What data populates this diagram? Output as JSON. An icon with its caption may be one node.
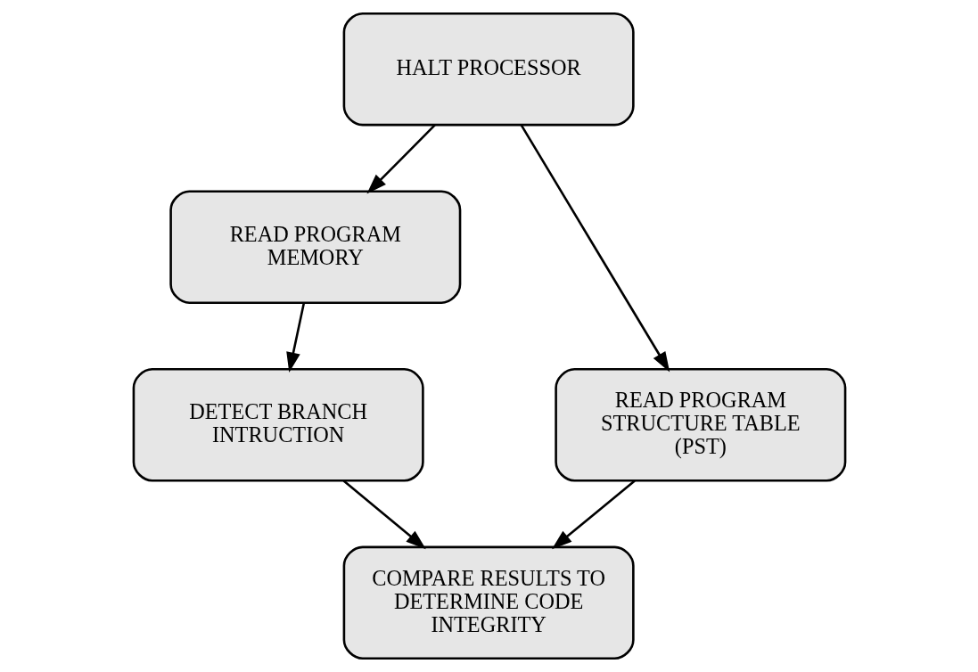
{
  "diagram": {
    "nodes": [
      {
        "text": [
          "HALT PROCESSOR"
        ]
      },
      {
        "text": [
          "READ PROGRAM MEMORY"
        ]
      },
      {
        "text": [
          "READ PROGRAM STRUCTURE TABLE (PST)"
        ]
      },
      {
        "text": [
          "DETECT BRANCH INTRUCTION"
        ]
      },
      {
        "text": [
          "COMPARE RESULTS TO DETERMINE CODE INTEGRITY"
        ]
      }
    ],
    "edges": [
      {
        "from": 0,
        "to": 2,
        "arrow": "to"
      },
      {
        "from": 0,
        "to": 1,
        "arrow": "to"
      },
      {
        "from": 1,
        "to": 3,
        "arrow": "to"
      },
      {
        "from": 2,
        "to": 4,
        "arrow": "to"
      },
      {
        "from": 3,
        "to": 4,
        "arrow": "to"
      }
    ]
  }
}
